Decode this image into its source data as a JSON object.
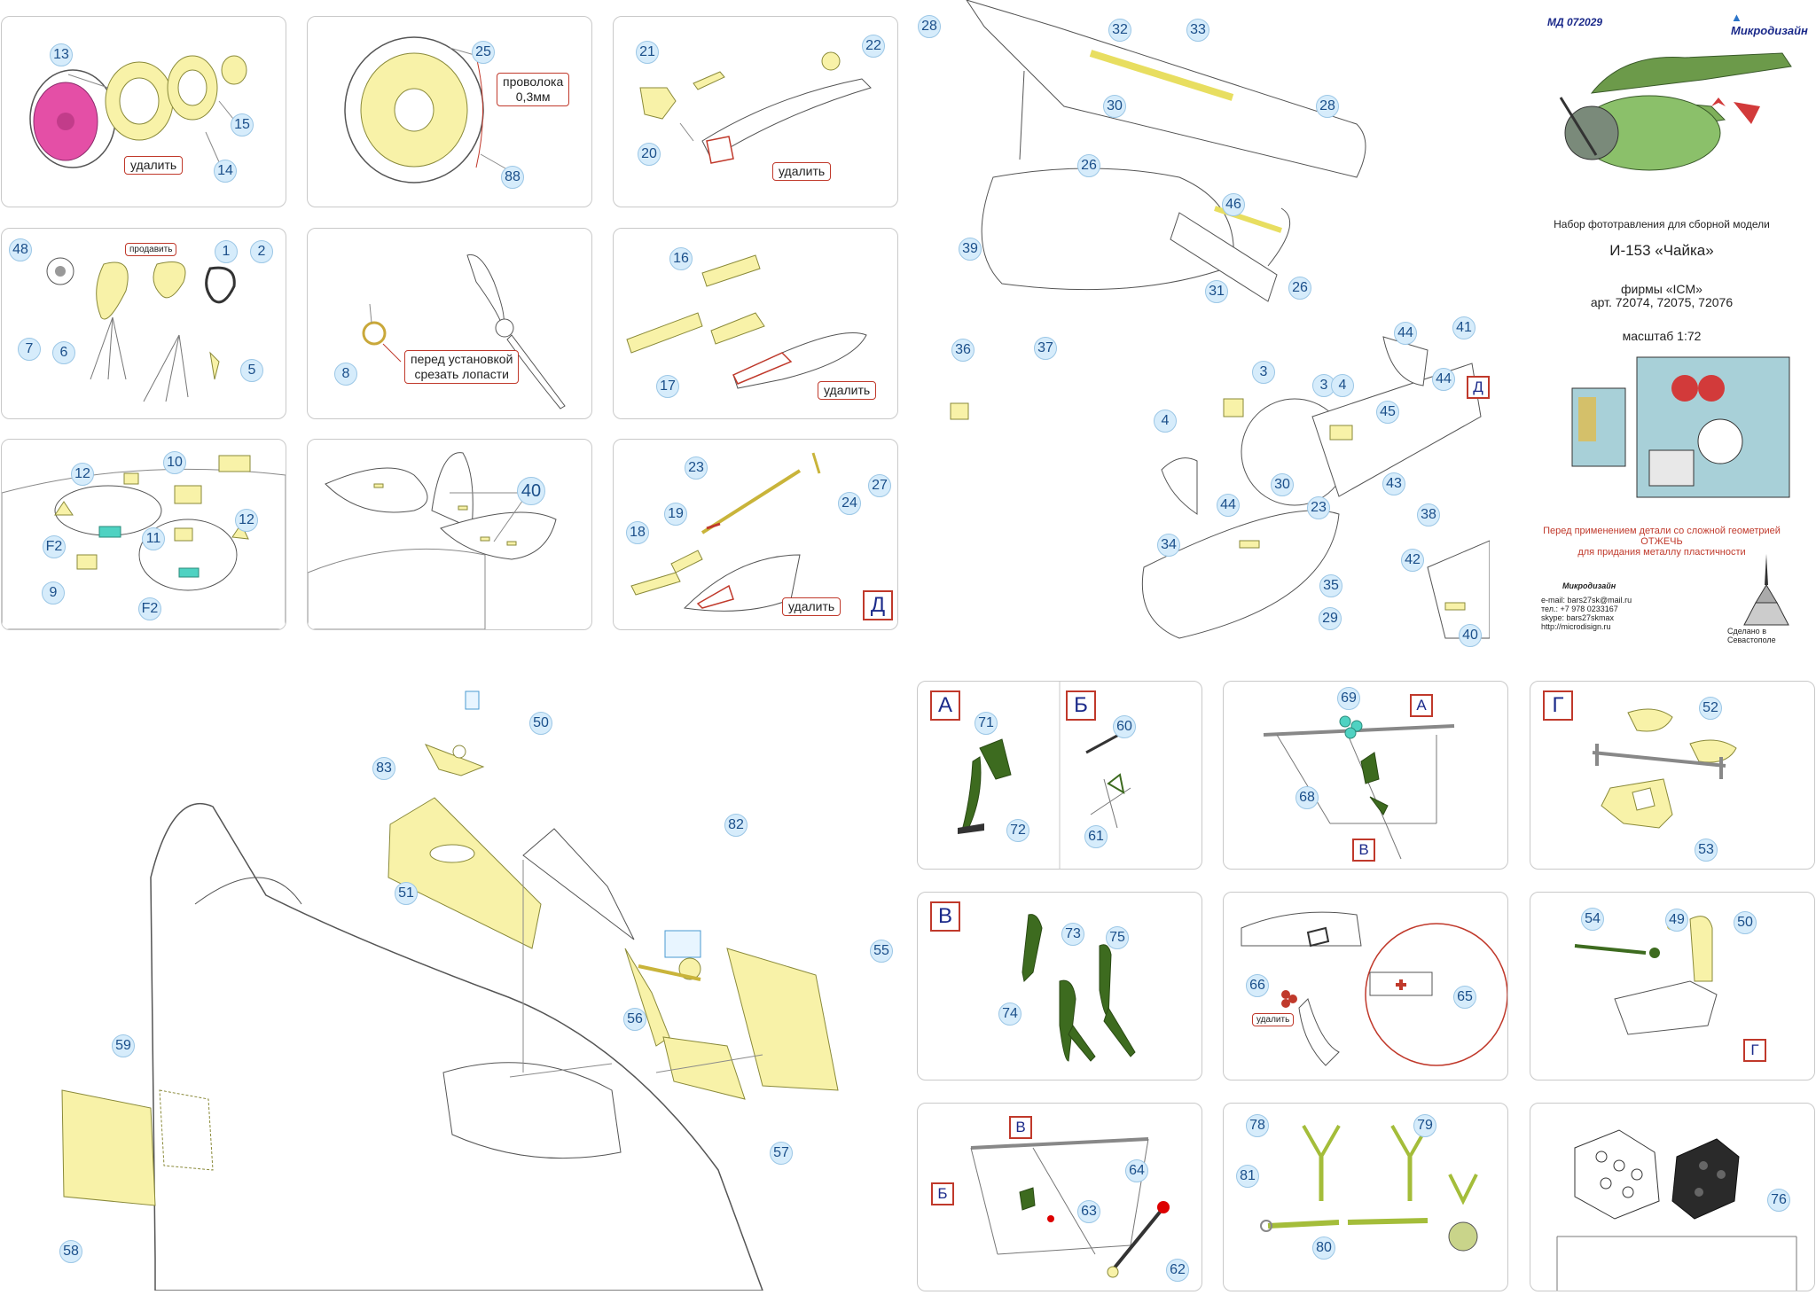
{
  "header": {
    "code": "МД 072029",
    "brand": "Микродизайн",
    "description": "Набор фототравления для сборной модели",
    "model": "И-153 «Чайка»",
    "firm": "фирмы «ICM»",
    "articles": "арт.  72074, 72075, 72076",
    "scale": "масштаб 1:72",
    "warning_line1": "Перед применением детали со сложной геометрией",
    "warning_line2": "ОТЖЕЧЬ",
    "warning_line3": "для придания металлу пластичности",
    "small_brand": "Микродизайн",
    "email": "e-mail: bars27sk@mail.ru",
    "phone": "тел.: +7 978 0233167",
    "skype": "skype: bars27skmax",
    "website": "http://microdisign.ru",
    "made_in": "Сделано в Севастополе",
    "colors": {
      "callout_fill": "#d6ecfb",
      "etched_part": "#f8f2a8",
      "green_part": "#3d6b1f",
      "warning": "#c0392b",
      "accent_pink": "#e44fa6"
    }
  },
  "notes": {
    "udalit": "удалить",
    "provoloka": "проволока\n0,3мм",
    "prodavit": "продавить",
    "pered_ust": "перед установкой\nсрезать лопасти"
  },
  "letters": {
    "A": "А",
    "B": "Б",
    "V": "В",
    "G": "Г",
    "D": "Д"
  },
  "callouts": {
    "p1": [
      "13",
      "15",
      "14"
    ],
    "p2": [
      "25",
      "88"
    ],
    "p3": [
      "21",
      "22",
      "20"
    ],
    "p4": [
      "48",
      "1",
      "2",
      "7",
      "6",
      "5"
    ],
    "p5": [
      "8"
    ],
    "p6": [
      "16",
      "17"
    ],
    "p7": [
      "10",
      "12",
      "12",
      "F2",
      "11",
      "F2",
      "9"
    ],
    "p8": [
      "40"
    ],
    "p9": [
      "23",
      "27",
      "19",
      "24",
      "18"
    ],
    "top_right": [
      "28",
      "32",
      "33",
      "30",
      "28",
      "26",
      "46",
      "39",
      "31",
      "26",
      "36",
      "37",
      "44",
      "41",
      "3",
      "3",
      "4",
      "44",
      "4",
      "45",
      "30",
      "43",
      "23",
      "44",
      "38",
      "34",
      "42",
      "35",
      "29",
      "40"
    ],
    "big_bottom": [
      "50",
      "83",
      "82",
      "51",
      "55",
      "56",
      "59",
      "57",
      "58"
    ],
    "pA": [
      "71",
      "60",
      "72",
      "61"
    ],
    "pB": [
      "69",
      "68"
    ],
    "pC": [
      "52",
      "53"
    ],
    "pD": [
      "73",
      "75",
      "74"
    ],
    "pE": [
      "66",
      "65"
    ],
    "pF": [
      "54",
      "49",
      "50"
    ],
    "pG": [
      "64",
      "63",
      "62"
    ],
    "pH": [
      "78",
      "79",
      "81",
      "80"
    ],
    "pI": [
      "76"
    ]
  }
}
